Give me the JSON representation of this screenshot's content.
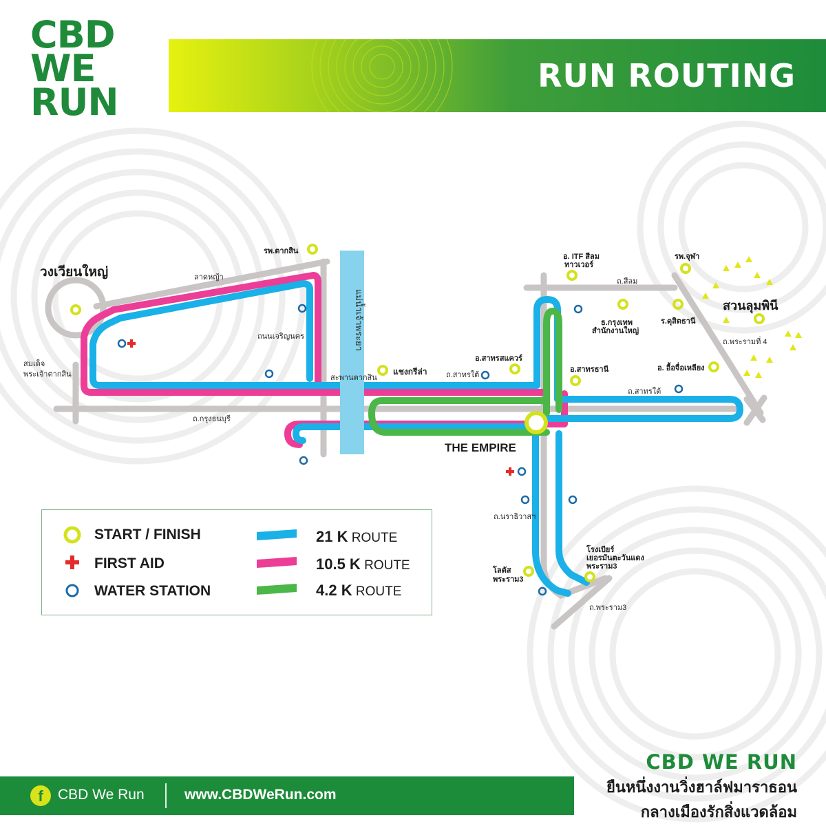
{
  "logo": {
    "line1": "CBD",
    "line2": "WE",
    "line3": "RUN"
  },
  "banner": {
    "title": "RUN ROUTING"
  },
  "colors": {
    "route_21k": "#1ab0e8",
    "route_10k": "#ec3d97",
    "route_4k": "#4bb748",
    "road": "#c9c5c5",
    "start": "#d4e21d",
    "first_aid": "#e52a2a",
    "water": "#1c6aa8",
    "brand_green": "#1d8c3a"
  },
  "places": {
    "wongwian_yai": "วงเวียนใหญ่",
    "rama_taksin": "รพ.ตากสิน",
    "lat_ya": "ลาดหญ้า",
    "charoen_nakhon": "ถนนเจริญนคร",
    "somdet_taksin_1": "สมเด็จ",
    "somdet_taksin_2": "พระเจ้าตากสิน",
    "krung_thon_buri": "ถ.กรุงธนบุรี",
    "taksin_bridge": "สะพานตากสิน",
    "chao_phraya": "แม่น้ำเจ้าพระยา",
    "shangri_la": "แชงกรีล่า",
    "sathorn_tai_1": "ถ.สาทรใต้",
    "sathorn_square": "อ.สาทรสแควร์",
    "itf_1": "อ. ITF สีลม",
    "itf_2": "ทาวเวอร์",
    "silom": "ถ.สีลม",
    "chula_hospital": "รพ.จุฬา",
    "lumphini": "สวนลุมพินี",
    "bangkok_bank_1": "ธ.กรุงเทพ",
    "bangkok_bank_2": "สำนักงานใหญ่",
    "dusit": "ร.ดุสิตธานี",
    "rama4": "ถ.พระรามที่ 4",
    "sathorn_thani": "อ.สาทรธานี",
    "ue_chu_liang": "อ. อื้อจื่อเหลียง",
    "sathorn_tai_2": "ถ.สาทรใต้",
    "the_empire": "THE EMPIRE",
    "narathiwat": "ถ.นราธิวาสฯ",
    "lotus_1": "โลตัส",
    "lotus_2": "พระราม3",
    "beer_1": "โรงเบียร์",
    "beer_2": "เยอรมันตะวันแดง",
    "beer_3": "พระราม3",
    "rama3": "ถ.พระราม3"
  },
  "legend": {
    "start_finish": "START / FINISH",
    "first_aid": "FIRST AID",
    "water_station": "WATER STATION",
    "r21_num": "21 K",
    "r21_word": "ROUTE",
    "r10_num": "10.5 K",
    "r10_word": "ROUTE",
    "r4_num": "4.2 K",
    "r4_word": "ROUTE"
  },
  "footer": {
    "facebook": "CBD We Run",
    "website": "www.CBDWeRun.com"
  },
  "brand": {
    "name": "CBD WE RUN",
    "tagline1": "ยืนหนึ่งงานวิ่งฮาล์ฟมาราธอน",
    "tagline2": "กลางเมืองรักสิ่งแวดล้อม"
  }
}
